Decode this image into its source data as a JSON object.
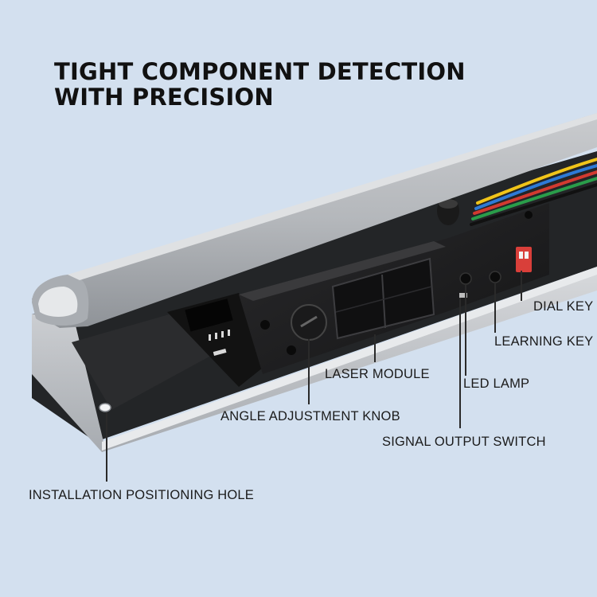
{
  "headline": {
    "line1": "TIGHT COMPONENT DETECTION",
    "line2": "WITH PRECISION"
  },
  "callouts": {
    "dial_key": "DIAL KEY",
    "learning_key": "LEARNING KEY",
    "laser_module": "LASER MODULE",
    "led_lamp": "LED LAMP",
    "angle_knob": "ANGLE ADJUSTMENT KNOB",
    "signal_switch": "SIGNAL OUTPUT SWITCH",
    "positioning_hole": "INSTALLATION POSITIONING HOLE"
  },
  "colors": {
    "background": "#d3e0ef",
    "rail_silver": "#b9bcc0",
    "housing_black": "#1c1c1e",
    "dip_switch_red": "#d93f3a",
    "pcb_black": "#121212"
  }
}
